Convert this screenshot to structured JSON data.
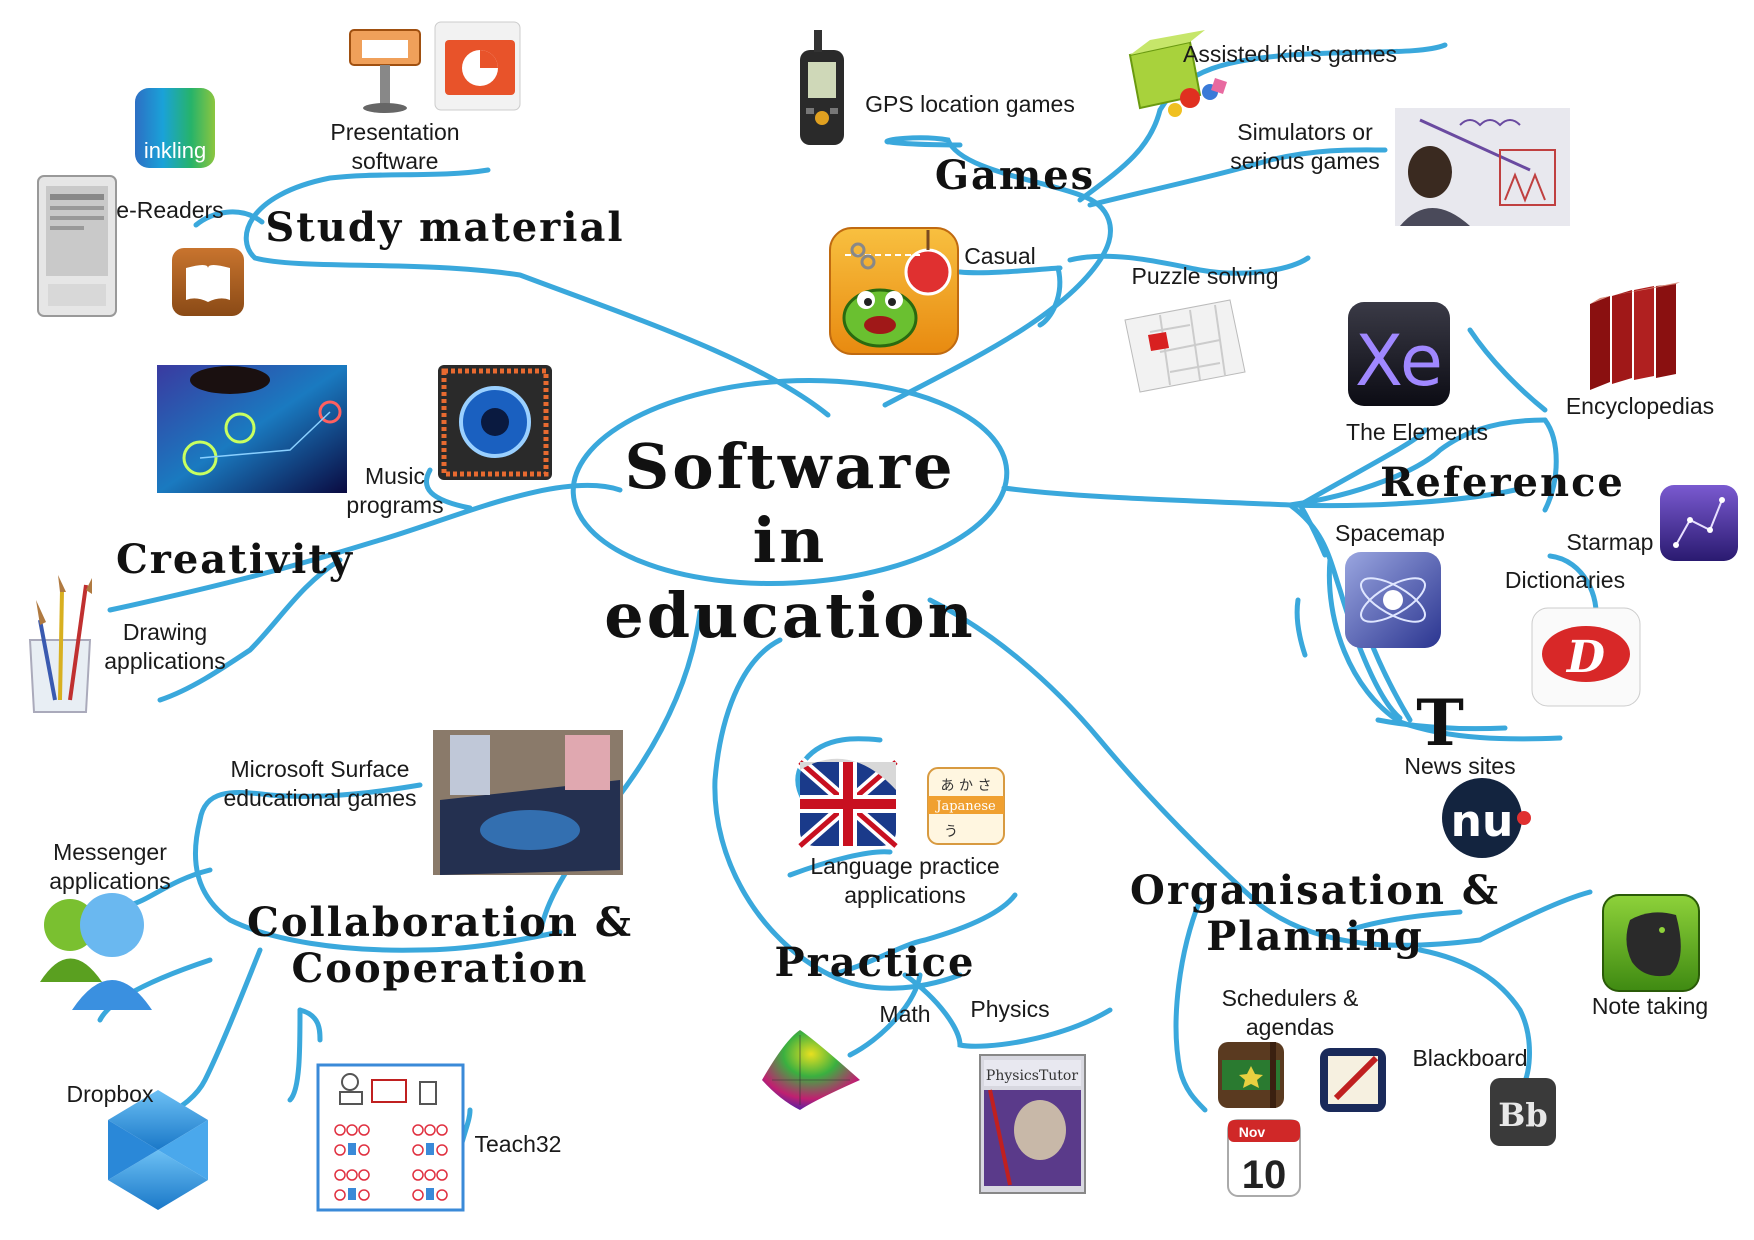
{
  "center_title": "Software in\neducation",
  "branches": {
    "study_material": "Study material",
    "games": "Games",
    "reference": "Reference",
    "creativity": "Creativity",
    "collaboration": "Collaboration &\nCooperation",
    "practice": "Practice",
    "organisation": "Organisation &\nPlanning"
  },
  "labels": {
    "presentation_software": "Presentation\nsoftware",
    "e_readers": "e-Readers",
    "gps_games": "GPS location games",
    "assisted_kids_games": "Assisted kid's games",
    "simulators": "Simulators or\nserious games",
    "casual": "Casual",
    "puzzle_solving": "Puzzle solving",
    "the_elements": "The Elements",
    "encyclopedias": "Encyclopedias",
    "spacemap": "Spacemap",
    "starmap": "Starmap",
    "dictionaries": "Dictionaries",
    "news_sites": "News sites",
    "music_programs": "Music\nprograms",
    "drawing_applications": "Drawing\napplications",
    "ms_surface": "Microsoft Surface\neducational games",
    "messenger": "Messenger\napplications",
    "dropbox": "Dropbox",
    "teach32": "Teach32",
    "language_practice": "Language practice\napplications",
    "math": "Math",
    "physics": "Physics",
    "schedulers": "Schedulers &\nagendas",
    "blackboard": "Blackboard",
    "note_taking": "Note taking"
  },
  "icon_text": {
    "inkling": "inkling",
    "xe": "Xe",
    "japanese": "Japanese",
    "bb": "Bb",
    "nu": "nu",
    "calendar_month": "Nov",
    "calendar_day": "10",
    "physics_tutor": "PhysicsTutor"
  },
  "colors": {
    "connector": "#3aa8dc",
    "text": "#1a1a1a"
  }
}
